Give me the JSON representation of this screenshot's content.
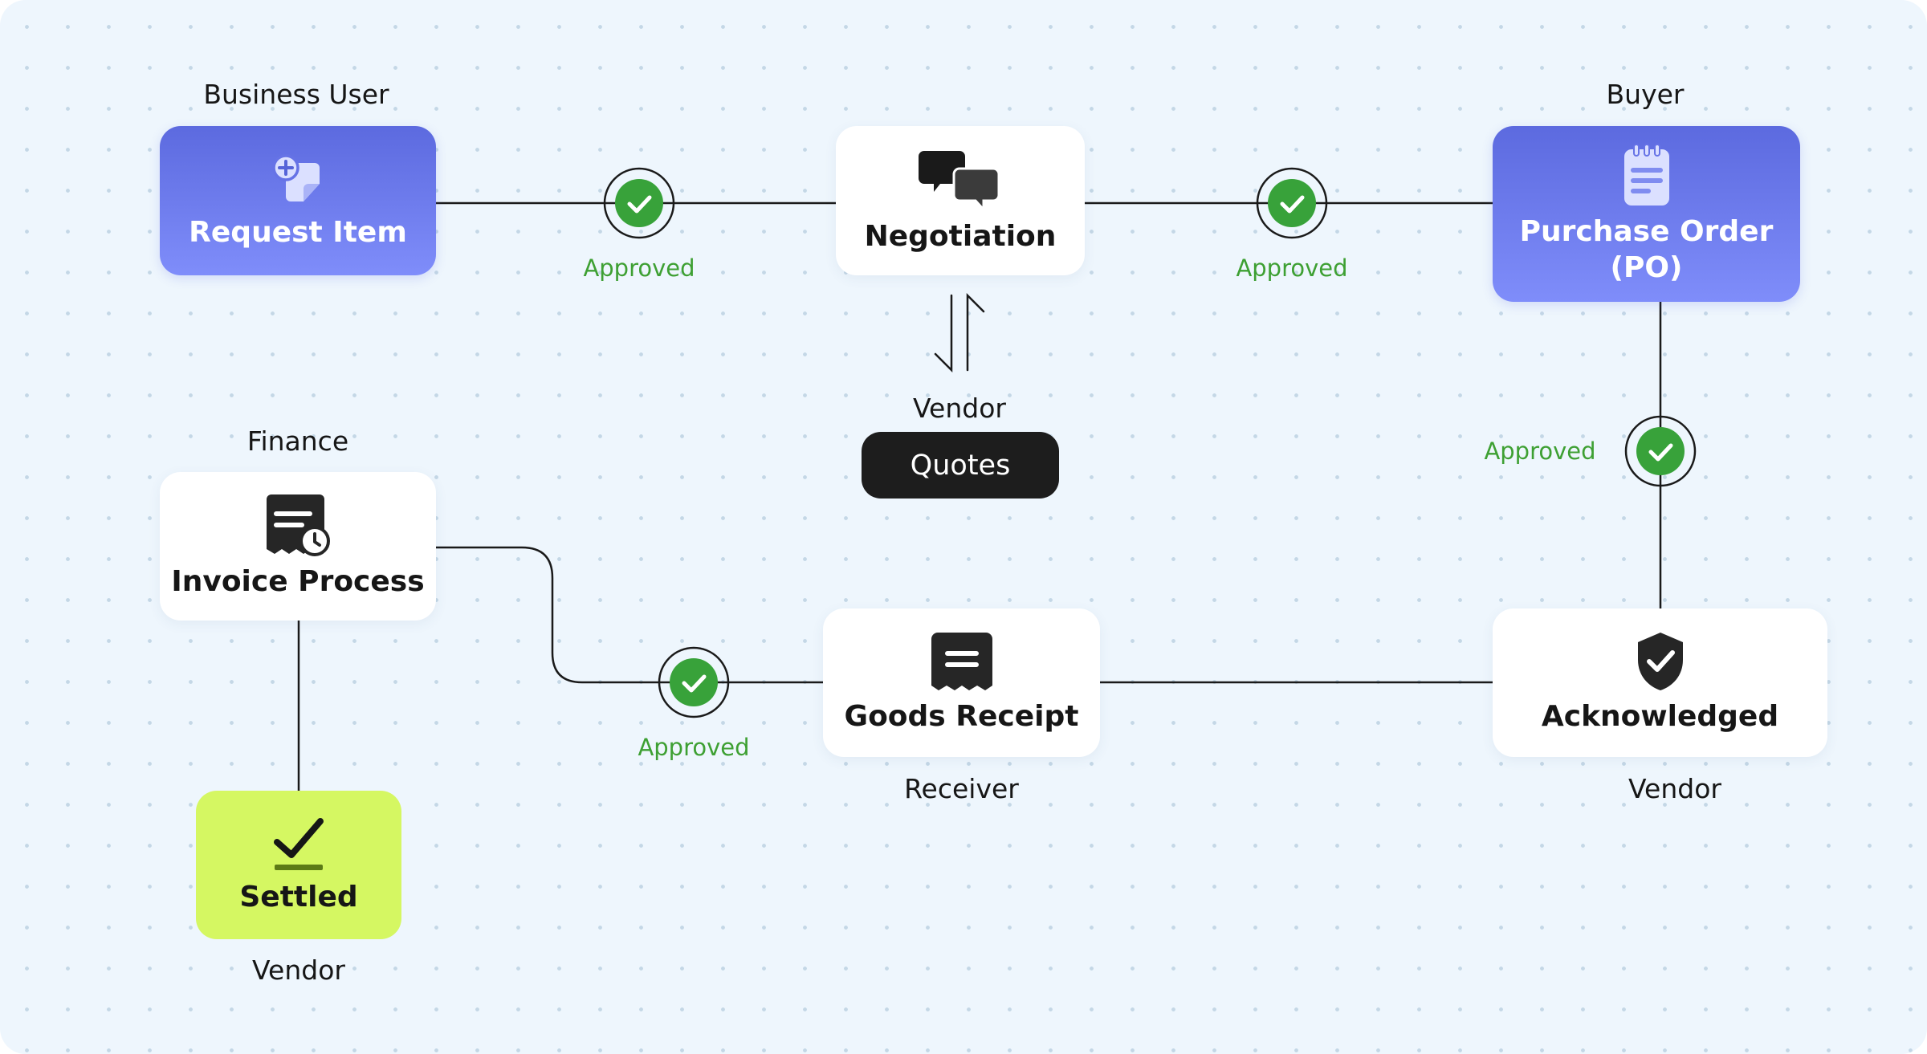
{
  "nodes": {
    "request_item": {
      "title": "Request Item",
      "role": "Business User",
      "icon": "add-document-icon"
    },
    "negotiation": {
      "title": "Negotiation",
      "icon": "chat-bubbles-icon"
    },
    "purchase_order": {
      "title_line1": "Purchase Order",
      "title_line2": "(PO)",
      "role": "Buyer",
      "icon": "clipboard-icon"
    },
    "invoice_process": {
      "title": "Invoice Process",
      "role": "Finance",
      "icon": "invoice-clock-icon"
    },
    "goods_receipt": {
      "title": "Goods Receipt",
      "role": "Receiver",
      "icon": "receipt-icon"
    },
    "acknowledged": {
      "title": "Acknowledged",
      "role": "Vendor",
      "icon": "shield-check-icon"
    },
    "settled": {
      "title": "Settled",
      "role": "Vendor",
      "icon": "checkmark-underline-icon"
    }
  },
  "quotes": {
    "role": "Vendor",
    "label": "Quotes",
    "icon": "swap-arrows-icon"
  },
  "approvals": {
    "request_to_negotiation": "Approved",
    "negotiation_to_po": "Approved",
    "po_to_acknowledged": "Approved",
    "receipt_to_invoice": "Approved"
  },
  "colors": {
    "canvas_bg": "#eef6fd",
    "blue_node_top": "#5c6adf",
    "blue_node_bottom": "#7f8dfa",
    "settled_green": "#d5f762",
    "approved_green": "#3ea033",
    "badge_green": "#38a23a",
    "dark": "#1d1d1d"
  }
}
